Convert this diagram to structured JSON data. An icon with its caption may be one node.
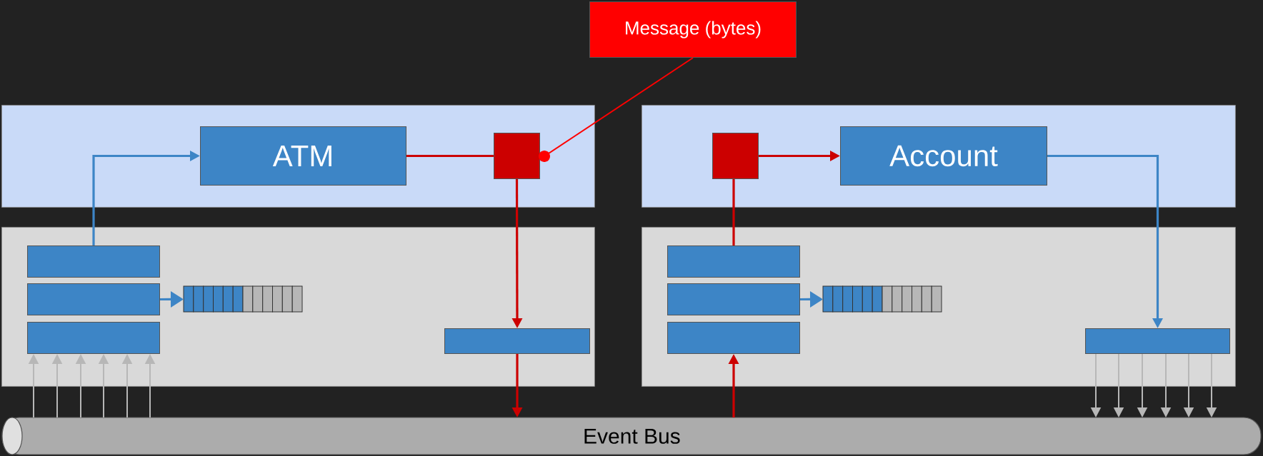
{
  "diagram": {
    "nodes": [
      {
        "text": [
          "Message (bytes)"
        ]
      },
      {
        "text": [],
        "shape": "box"
      },
      {
        "text": [
          "ATM"
        ],
        "in": 1
      },
      {
        "text": [],
        "shape": "box",
        "in": 1
      },
      {
        "text": [],
        "shape": "circle",
        "in": 1
      },
      {
        "text": [],
        "shape": "box"
      },
      {
        "text": [],
        "shape": "box",
        "in": 5
      },
      {
        "text": [
          "Account"
        ],
        "in": 5
      },
      {
        "text": [],
        "shape": "box"
      },
      {
        "text": [],
        "shape": "box",
        "in": 8
      },
      {
        "text": [],
        "shape": "box",
        "in": 8
      },
      {
        "text": [],
        "shape": "box",
        "in": 8
      },
      {
        "text": [],
        "shape": "bar",
        "in": 8
      },
      {
        "text": [],
        "shape": "box",
        "in": 8
      },
      {
        "text": [],
        "shape": "box"
      },
      {
        "text": [],
        "shape": "box",
        "in": 14
      },
      {
        "text": [],
        "shape": "box",
        "in": 14
      },
      {
        "text": [],
        "shape": "box",
        "in": 14
      },
      {
        "text": [],
        "shape": "bar",
        "in": 14
      },
      {
        "text": [],
        "shape": "box",
        "in": 14
      },
      {
        "text": [
          "Event Bus"
        ]
      }
    ],
    "edges": [
      {
        "from": 9,
        "to": 2,
        "arrow": "to",
        "color": "#3d85c6"
      },
      {
        "from": 2,
        "to": 3,
        "arrow": "none",
        "color": "#cc0000"
      },
      {
        "from": 0,
        "to": 4,
        "arrow": "none",
        "color": "#ff0000"
      },
      {
        "from": 3,
        "to": 13,
        "arrow": "to",
        "color": "#cc0000"
      },
      {
        "from": 13,
        "to": 20,
        "arrow": "to",
        "color": "#cc0000"
      },
      {
        "from": 10,
        "to": 12,
        "arrow": "to",
        "color": "#3d85c6"
      },
      {
        "from": 20,
        "to": 17,
        "arrow": "to",
        "color": "#cc0000"
      },
      {
        "from": 15,
        "to": 6,
        "arrow": "none",
        "color": "#cc0000"
      },
      {
        "from": 6,
        "to": 7,
        "arrow": "to",
        "color": "#cc0000"
      },
      {
        "from": 7,
        "to": 19,
        "arrow": "to",
        "color": "#3d85c6"
      },
      {
        "from": 16,
        "to": 18,
        "arrow": "to",
        "color": "#3d85c6"
      },
      {
        "from": 20,
        "to": 11,
        "arrow": "to"
      },
      {
        "from": 20,
        "to": 11,
        "arrow": "to"
      },
      {
        "from": 20,
        "to": 11,
        "arrow": "to"
      },
      {
        "from": 20,
        "to": 11,
        "arrow": "to"
      },
      {
        "from": 20,
        "to": 11,
        "arrow": "to"
      },
      {
        "from": 20,
        "to": 11,
        "arrow": "to"
      },
      {
        "from": 19,
        "to": 20,
        "arrow": "to"
      },
      {
        "from": 19,
        "to": 20,
        "arrow": "to"
      },
      {
        "from": 19,
        "to": 20,
        "arrow": "to"
      },
      {
        "from": 19,
        "to": 20,
        "arrow": "to"
      },
      {
        "from": 19,
        "to": 20,
        "arrow": "to"
      },
      {
        "from": 19,
        "to": 20,
        "arrow": "to"
      }
    ]
  }
}
